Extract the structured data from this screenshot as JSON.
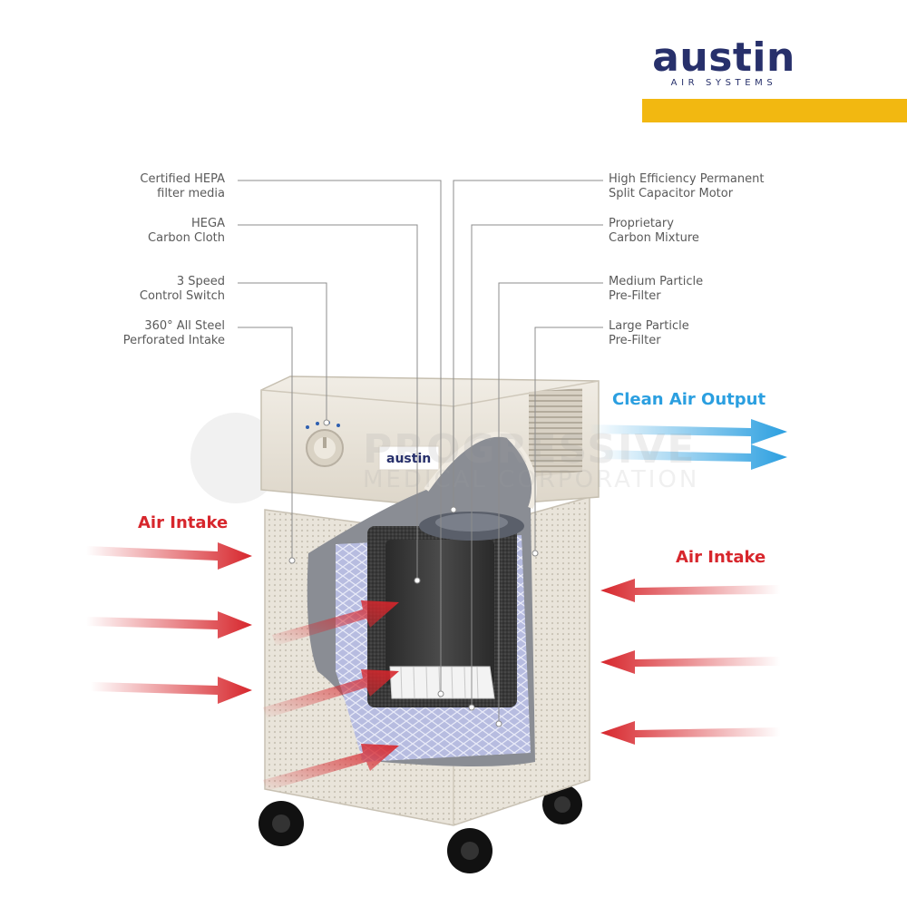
{
  "brand": {
    "name": "austin",
    "subtitle": "AIR SYSTEMS",
    "accent_color": "#f2b811",
    "name_color": "#27306b"
  },
  "unit_badge": "austin",
  "callouts": {
    "air_intake_left": "Air Intake",
    "air_intake_right": "Air Intake",
    "clean_air_output": "Clean Air Output",
    "intake_color": "#d7262c",
    "output_color": "#2b9fe0"
  },
  "watermark": {
    "line1": "PROGRESSIVE",
    "line2": "MEDICAL CORPORATION"
  },
  "labels_left": [
    {
      "line1": "Certified HEPA",
      "line2": "filter media"
    },
    {
      "line1": "HEGA",
      "line2": "Carbon Cloth"
    },
    {
      "line1": "3 Speed",
      "line2": "Control Switch"
    },
    {
      "line1": "360° All Steel",
      "line2": "Perforated Intake"
    }
  ],
  "labels_right": [
    {
      "line1": "High Efficiency Permanent",
      "line2": "Split Capacitor Motor"
    },
    {
      "line1": "Proprietary",
      "line2": "Carbon Mixture"
    },
    {
      "line1": "Medium Particle",
      "line2": "Pre-Filter"
    },
    {
      "line1": "Large Particle",
      "line2": "Pre-Filter"
    }
  ]
}
